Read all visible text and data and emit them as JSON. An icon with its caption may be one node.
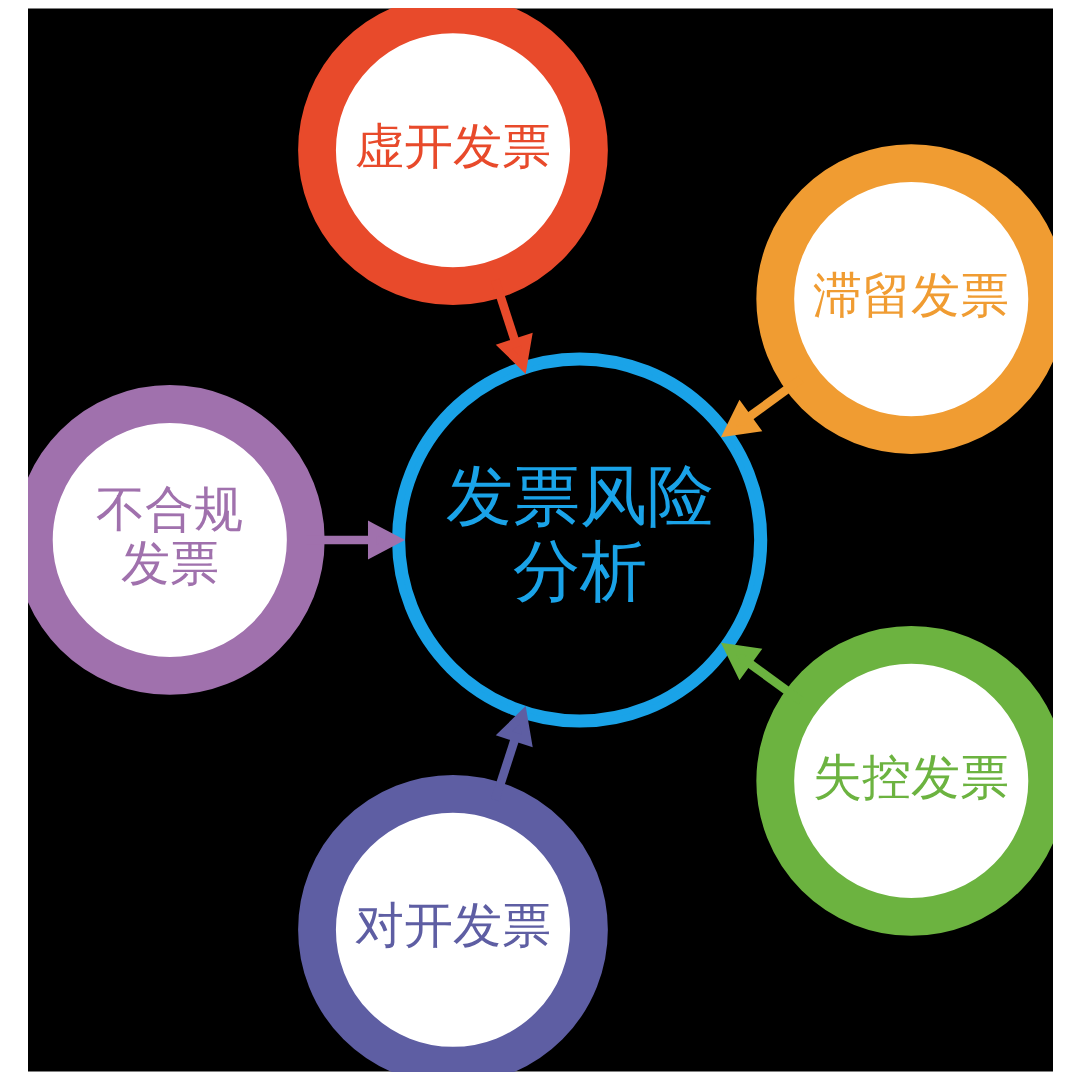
{
  "diagram": {
    "nodes": [
      {
        "text": [
          "发票风险分析"
        ]
      },
      {
        "text": [
          "虚开发票"
        ]
      },
      {
        "text": [
          "滞留发票"
        ]
      },
      {
        "text": [
          "失控发票"
        ]
      },
      {
        "text": [
          "对开发票"
        ]
      },
      {
        "text": [
          "不合规发票"
        ]
      }
    ],
    "edges": [
      {
        "from": 1,
        "to": 0,
        "arrow": "to",
        "color": "#e84a2b"
      },
      {
        "from": 2,
        "to": 0,
        "arrow": "to",
        "color": "#f09c32"
      },
      {
        "from": 3,
        "to": 0,
        "arrow": "to",
        "color": "#6cb340"
      },
      {
        "from": 4,
        "to": 0,
        "arrow": "to",
        "color": "#5e5ea3"
      },
      {
        "from": 5,
        "to": 0,
        "arrow": "to",
        "color": "#a071ad"
      }
    ]
  }
}
